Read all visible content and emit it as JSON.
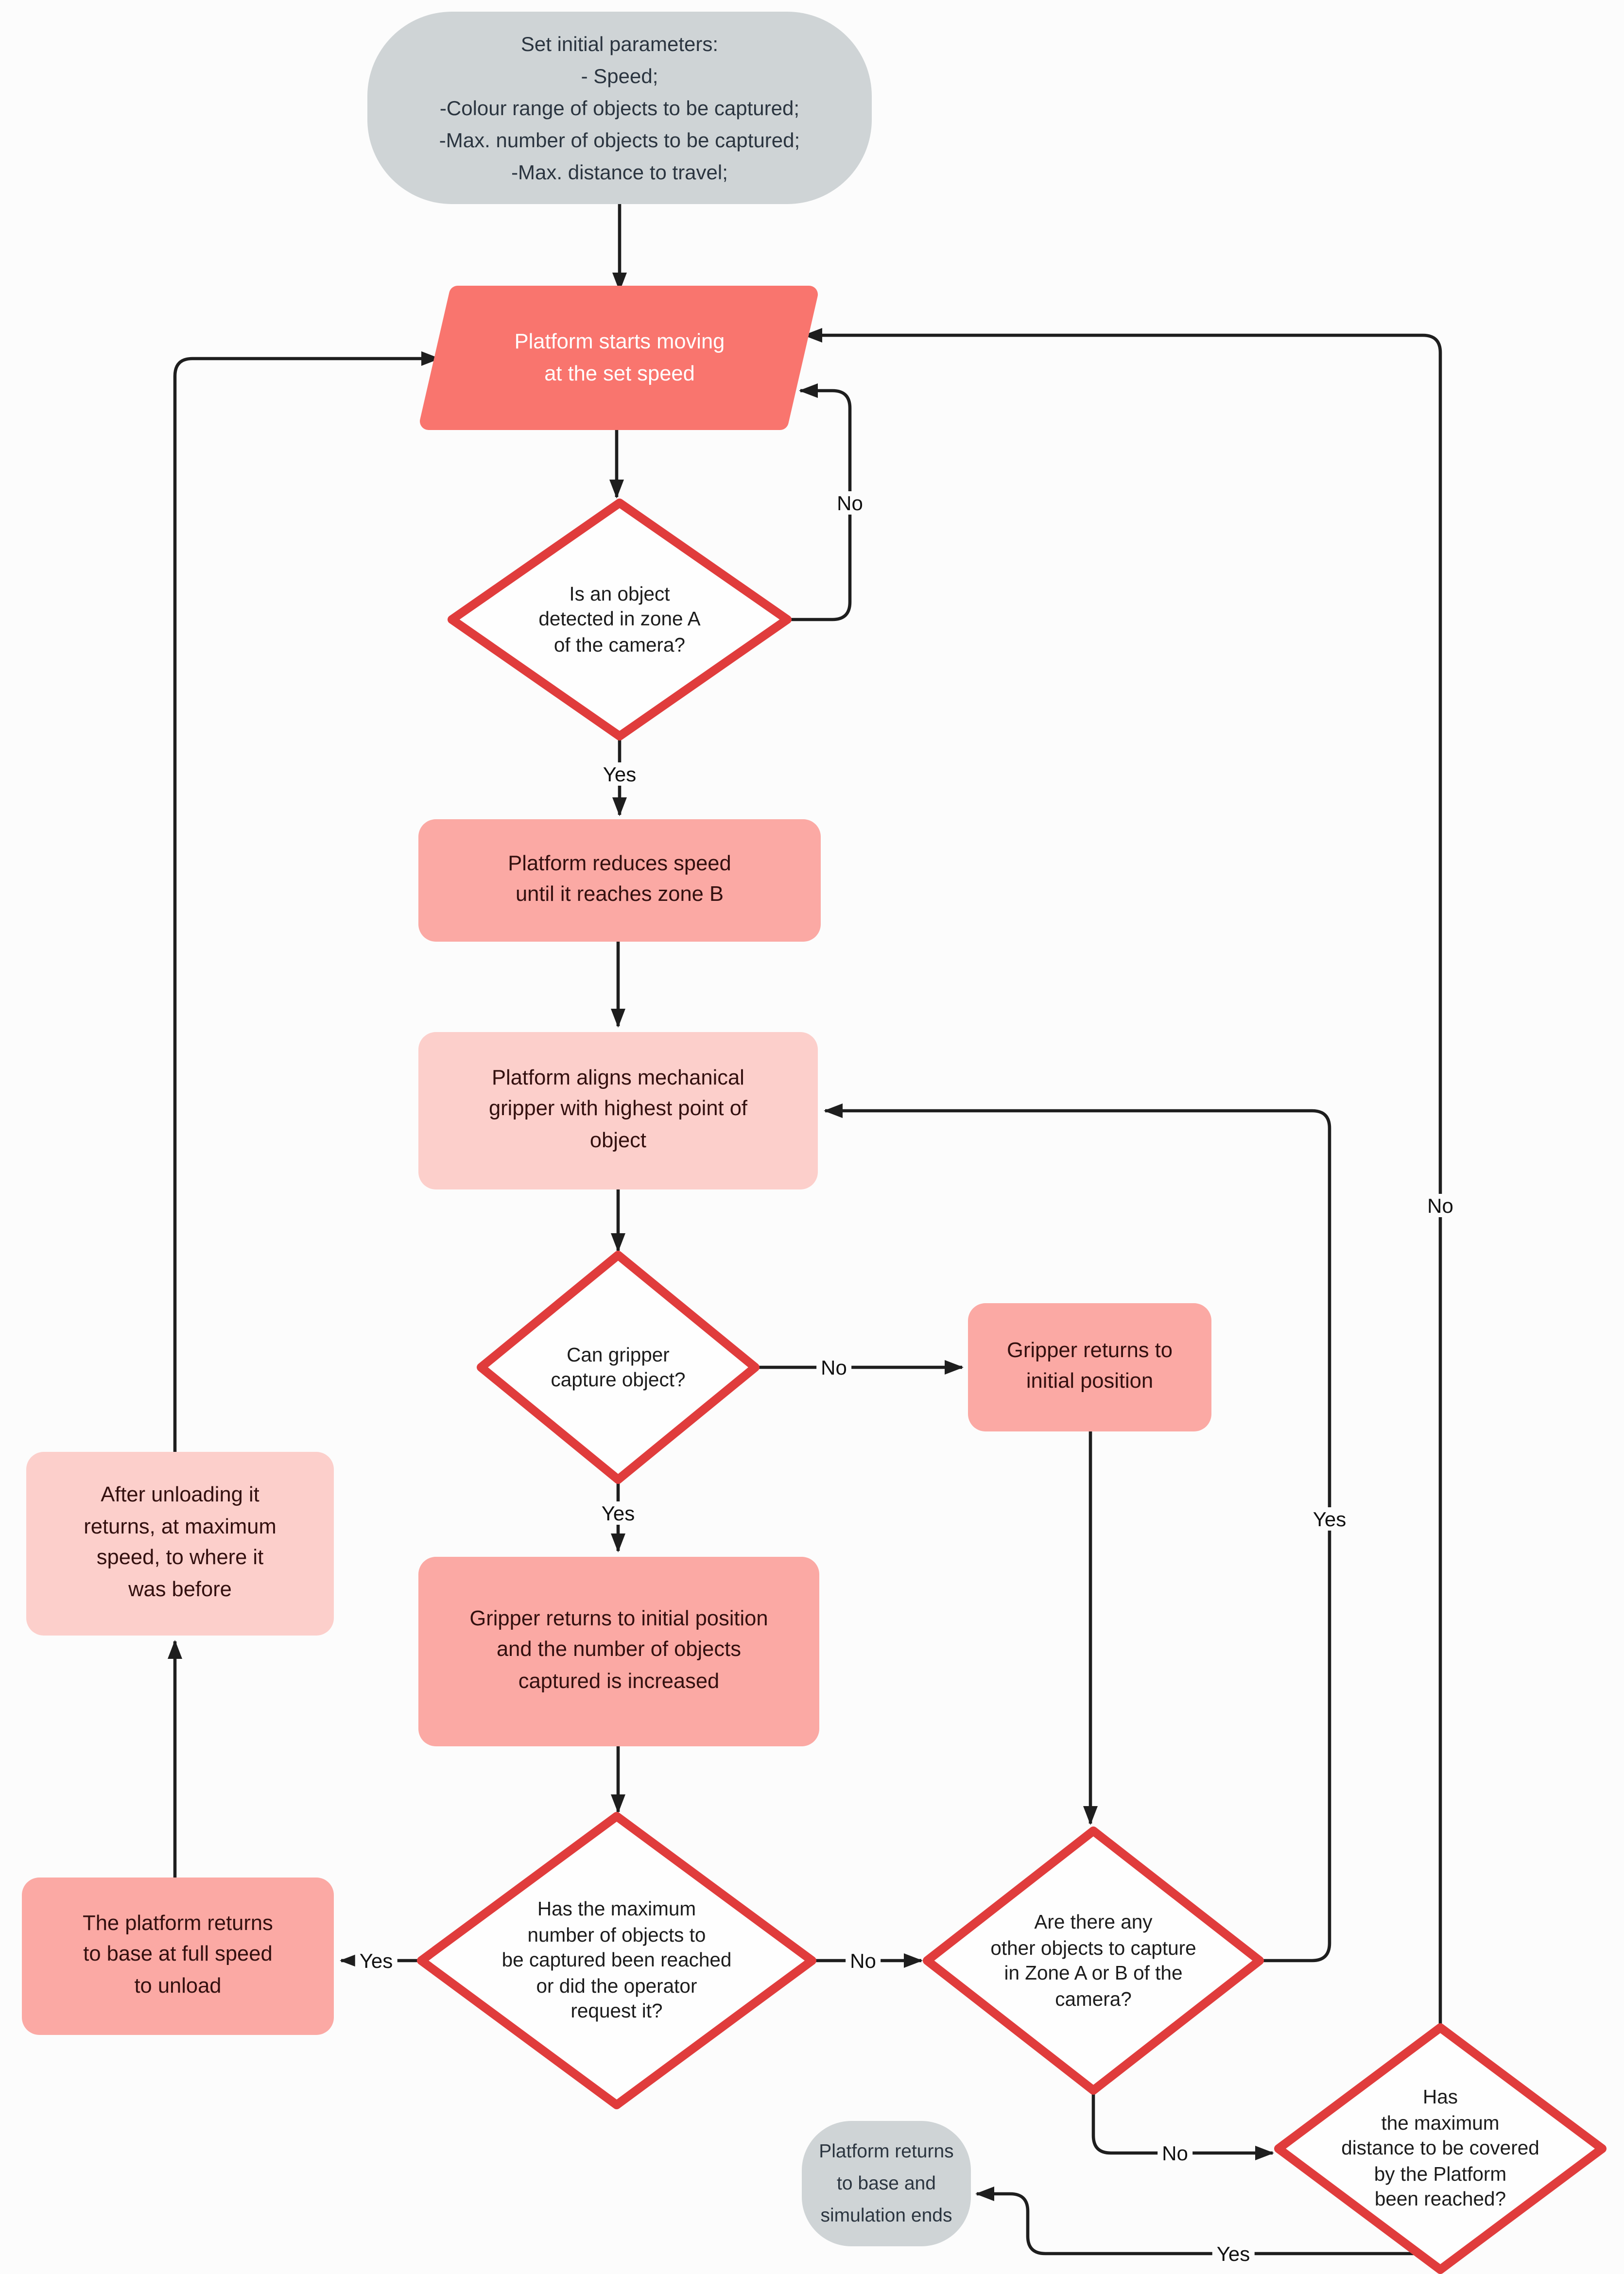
{
  "diagram": {
    "type": "flowchart",
    "nodes": {
      "set_initial_parameters": {
        "label": "Set initial parameters:\n- Speed;\n-Colour range of objects to be captured;\n-Max. number of objects to be captured;\n-Max. distance to travel;",
        "shape": "terminator"
      },
      "platform_starts_moving": {
        "label": "Platform starts moving\nat the set speed",
        "shape": "parallelogram"
      },
      "object_detected_zone_a": {
        "label": "Is an object\ndetected in zone A\nof the camera?",
        "shape": "decision"
      },
      "platform_reduces_speed": {
        "label": "Platform reduces speed\nuntil it reaches zone B",
        "shape": "process"
      },
      "platform_aligns_gripper": {
        "label": "Platform aligns mechanical\ngripper with highest point of\nobject",
        "shape": "process"
      },
      "can_gripper_capture": {
        "label": "Can gripper\ncapture object?",
        "shape": "decision"
      },
      "gripper_returns_initial": {
        "label": "Gripper returns to\ninitial position",
        "shape": "process"
      },
      "gripper_returns_count_increased": {
        "label": "Gripper returns to initial position\nand the number of objects\ncaptured is increased",
        "shape": "process"
      },
      "max_objects_reached": {
        "label": "Has the maximum\nnumber of objects to\nbe captured been reached\nor did the operator\nrequest it?",
        "shape": "decision"
      },
      "platform_returns_to_unload": {
        "label": "The platform returns\nto base at full speed\nto unload",
        "shape": "process"
      },
      "after_unloading_returns": {
        "label": "After unloading it\nreturns, at maximum\nspeed, to where it\nwas before",
        "shape": "process"
      },
      "other_objects_to_capture": {
        "label": "Are there any\nother objects to capture\nin Zone A or B of the\ncamera?",
        "shape": "decision"
      },
      "max_distance_reached": {
        "label": "Has\nthe maximum\ndistance to be covered\nby the Platform\nbeen reached?",
        "shape": "decision"
      },
      "platform_returns_ends": {
        "label": "Platform returns\nto base and\nsimulation ends",
        "shape": "terminator"
      }
    },
    "edge_labels": {
      "detected_yes": "Yes",
      "detected_no": "No",
      "capture_yes": "Yes",
      "capture_no": "No",
      "max_objects_yes": "Yes",
      "max_objects_no": "No",
      "other_objects_yes": "Yes",
      "other_objects_no": "No",
      "max_distance_yes": "Yes",
      "max_distance_no": "No"
    },
    "colors": {
      "background": "#fcfcfc",
      "terminator_fill": "#cfd4d6",
      "terminator_text": "#2b3540",
      "parallelogram_fill": "#f9756e",
      "parallelogram_text": "#ffffff",
      "process_fill_medium": "#fba9a4",
      "process_fill_light": "#fccfcb",
      "process_text": "#33100f",
      "decision_fill": "#fefefe",
      "decision_border": "#e03c3c",
      "edge_color": "#1e1e1e"
    }
  }
}
